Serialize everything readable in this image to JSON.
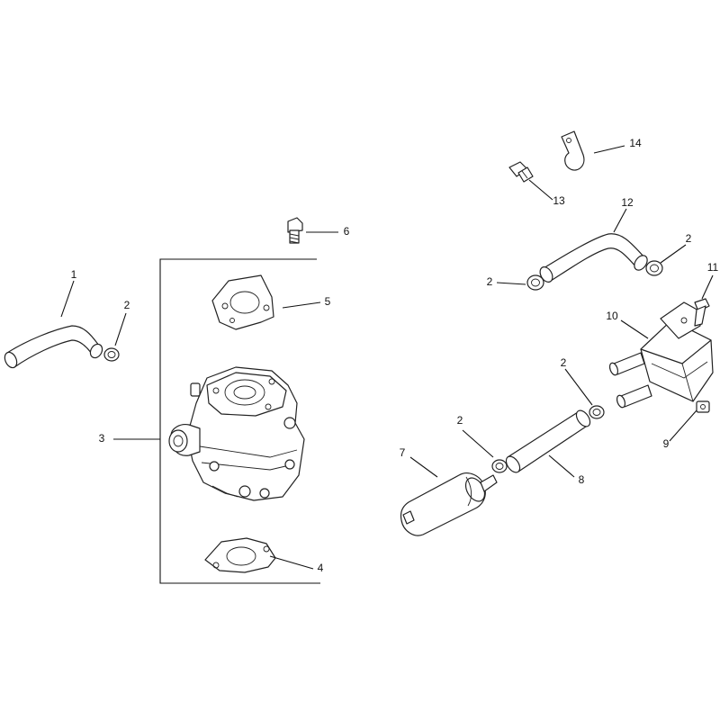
{
  "callouts": {
    "c1": "1",
    "c2a": "2",
    "c3": "3",
    "c4": "4",
    "c5": "5",
    "c6": "6",
    "c7": "7",
    "c2b": "2",
    "c8": "8",
    "c2c": "2",
    "c9": "9",
    "c10": "10",
    "c11": "11",
    "c2d": "2",
    "c12": "12",
    "c2e": "2",
    "c13": "13",
    "c14": "14"
  },
  "colors": {
    "line": "#222222",
    "background": "#ffffff"
  }
}
